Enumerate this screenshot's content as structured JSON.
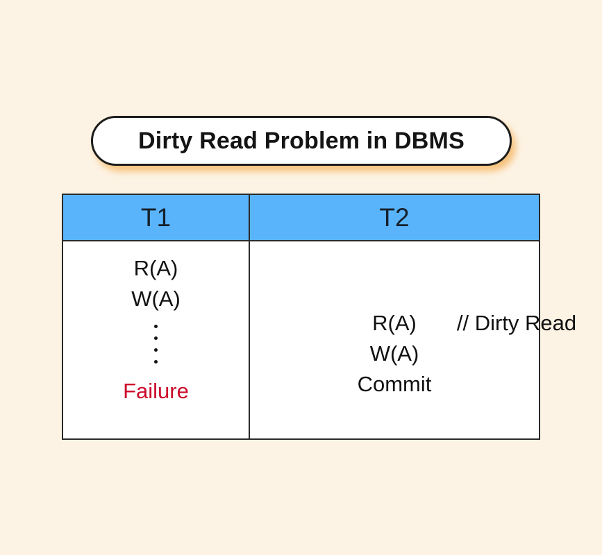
{
  "page": {
    "background_color": "#fdf3e4"
  },
  "title": {
    "text": "Dirty Read Problem in DBMS",
    "pill_fill": "#ffffff",
    "pill_border": "#1c1c1c",
    "shadow_color": "#f5b96a"
  },
  "table": {
    "header_fill": "#5ab4fb",
    "border_color": "#2a2a2a",
    "cell_fill": "#ffffff",
    "columns": [
      {
        "id": "t1",
        "header": "T1"
      },
      {
        "id": "t2",
        "header": "T2"
      }
    ],
    "t1": {
      "operations": [
        "R(A)",
        "W(A)"
      ],
      "ellipsis_dots": 4,
      "failure_label": "Failure",
      "failure_color": "#cc0a2a"
    },
    "t2": {
      "rows": [
        {
          "operation": "R(A)",
          "comment": "// Dirty Read"
        },
        {
          "operation": "W(A)",
          "comment": ""
        },
        {
          "operation": "Commit",
          "comment": ""
        }
      ]
    }
  }
}
